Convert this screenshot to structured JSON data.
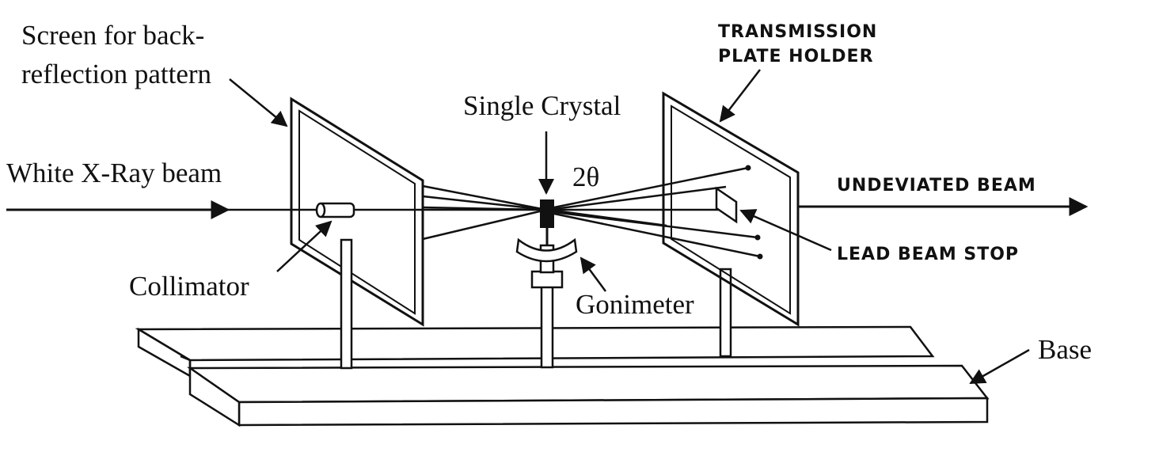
{
  "labels": {
    "screen_line1": "Screen for back-",
    "screen_line2": "reflection pattern",
    "white_beam": "White X-Ray beam",
    "collimator": "Collimator",
    "single_crystal": "Single Crystal",
    "two_theta": "2θ",
    "gonimeter": "Gonimeter",
    "transmission_line1": "TRANSMISSION",
    "transmission_line2": "PLATE HOLDER",
    "undeviated_beam": "UNDEVIATED BEAM",
    "lead_beam_stop": "LEAD BEAM STOP",
    "base": "Base"
  },
  "colors": {
    "ink": "#111111",
    "background": "#ffffff"
  }
}
